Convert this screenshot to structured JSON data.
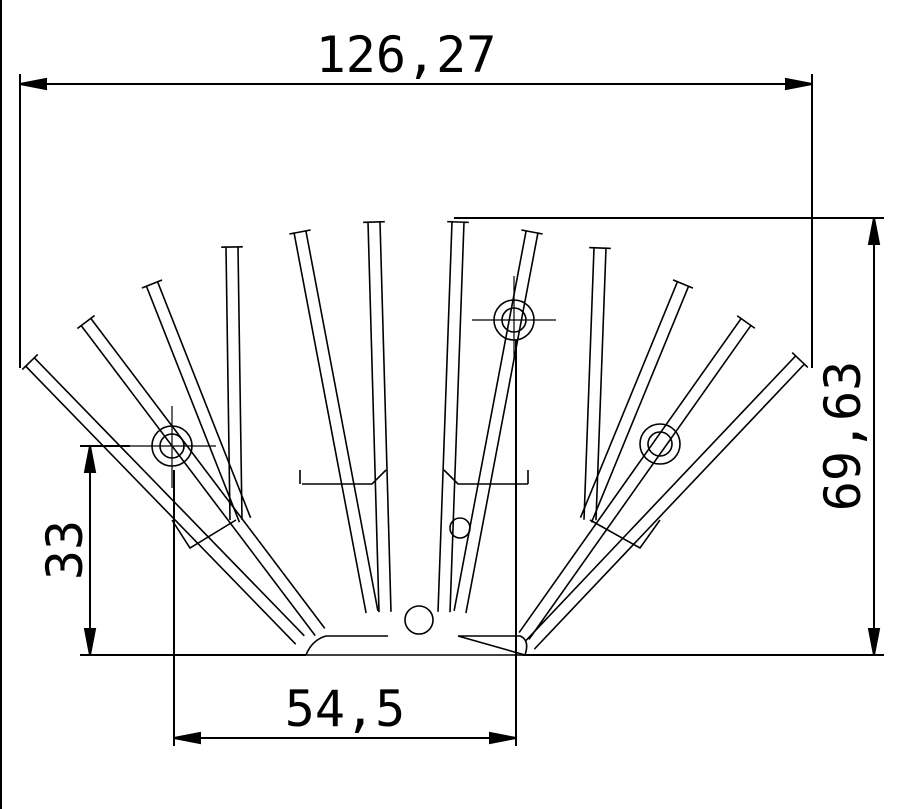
{
  "drawing": {
    "dimensions": {
      "overall_width": "126,27",
      "overall_height": "69,63",
      "hole_height": "33",
      "hole_spacing": "54,5"
    },
    "colors": {
      "line": "#000000",
      "background": "#ffffff"
    }
  }
}
